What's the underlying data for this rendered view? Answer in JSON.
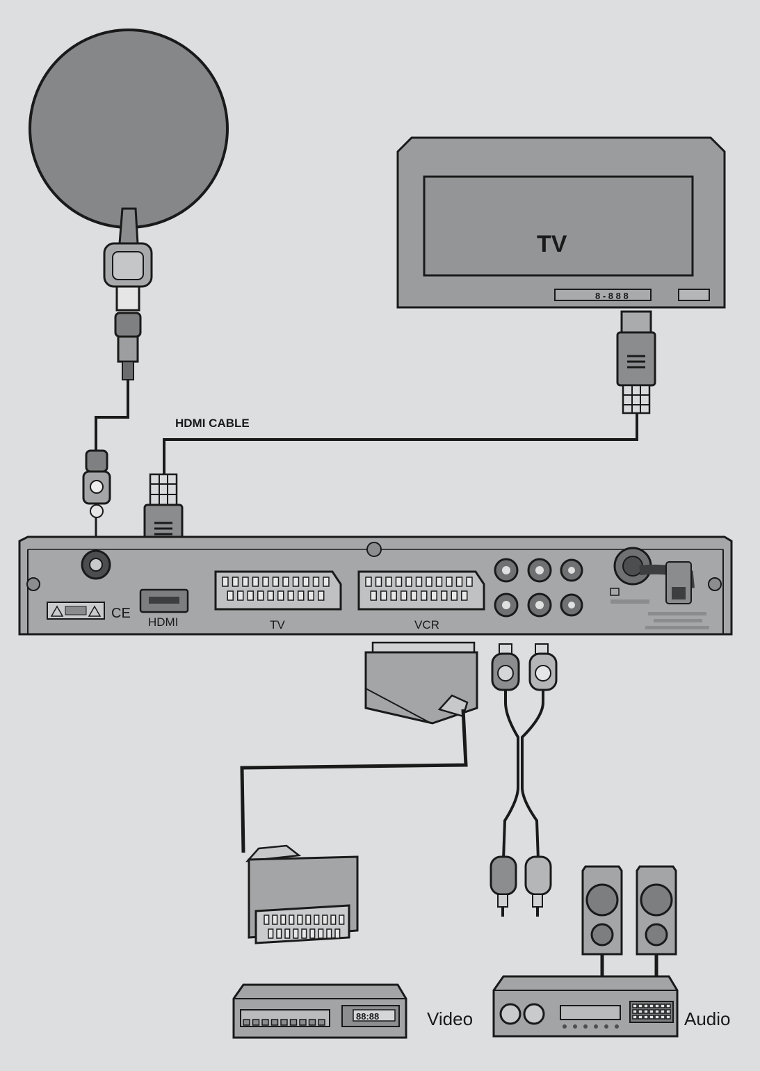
{
  "diagram": {
    "tv_screen_label": "TV",
    "tv_display_digits": "8 - 8 8 8",
    "cable_label": "HDMI CABLE",
    "port_labels": {
      "hdmi": "HDMI",
      "tv_scart": "TV",
      "vcr_scart": "VCR"
    },
    "ce_mark": "CE",
    "vcr_display": "88:88",
    "device_labels": {
      "video": "Video",
      "audio": "Audio"
    },
    "colors": {
      "background": "#dcdee0",
      "device_fill": "#9a9c9e",
      "device_dark": "#6f7173",
      "line": "#1a1a1a",
      "dish": "#858789"
    }
  }
}
